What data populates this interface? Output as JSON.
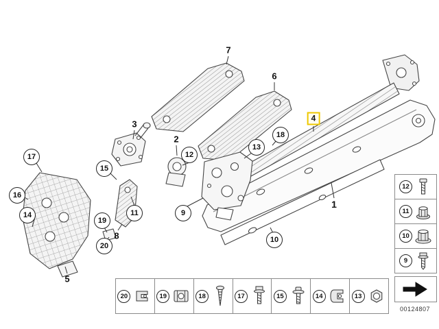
{
  "callouts": {
    "n1": "1",
    "n2": "2",
    "n3": "3",
    "n4": "4",
    "n5": "5",
    "n6": "6",
    "n7": "7",
    "n8": "8",
    "n9": "9",
    "n10": "10",
    "n11": "11",
    "n12": "12",
    "n13": "13",
    "n14": "14",
    "n15": "15",
    "n16": "16",
    "n17": "17",
    "n18": "18",
    "n19": "19",
    "n20": "20"
  },
  "highlight": {
    "number": "4",
    "color": "#eec800"
  },
  "legend_right": {
    "items": [
      {
        "number": "12",
        "icon": "machine-screw-icon"
      },
      {
        "number": "11",
        "icon": "flange-nut-icon"
      },
      {
        "number": "10",
        "icon": "plastic-nut-icon"
      },
      {
        "number": "9",
        "icon": "hex-bolt-icon"
      }
    ],
    "arrow_icon": "next-diagram-arrow-icon"
  },
  "legend_bottom": {
    "items": [
      {
        "number": "20",
        "icon": "speed-nut-clip-icon"
      },
      {
        "number": "19",
        "icon": "cage-nut-clip-icon"
      },
      {
        "number": "18",
        "icon": "self-tapping-screw-icon"
      },
      {
        "number": "17",
        "icon": "hex-screw-icon"
      },
      {
        "number": "15",
        "icon": "washer-screw-icon"
      },
      {
        "number": "14",
        "icon": "u-clip-nut-icon"
      },
      {
        "number": "13",
        "icon": "hex-nut-icon"
      }
    ]
  },
  "footer": {
    "drawing_number": "00124807"
  }
}
